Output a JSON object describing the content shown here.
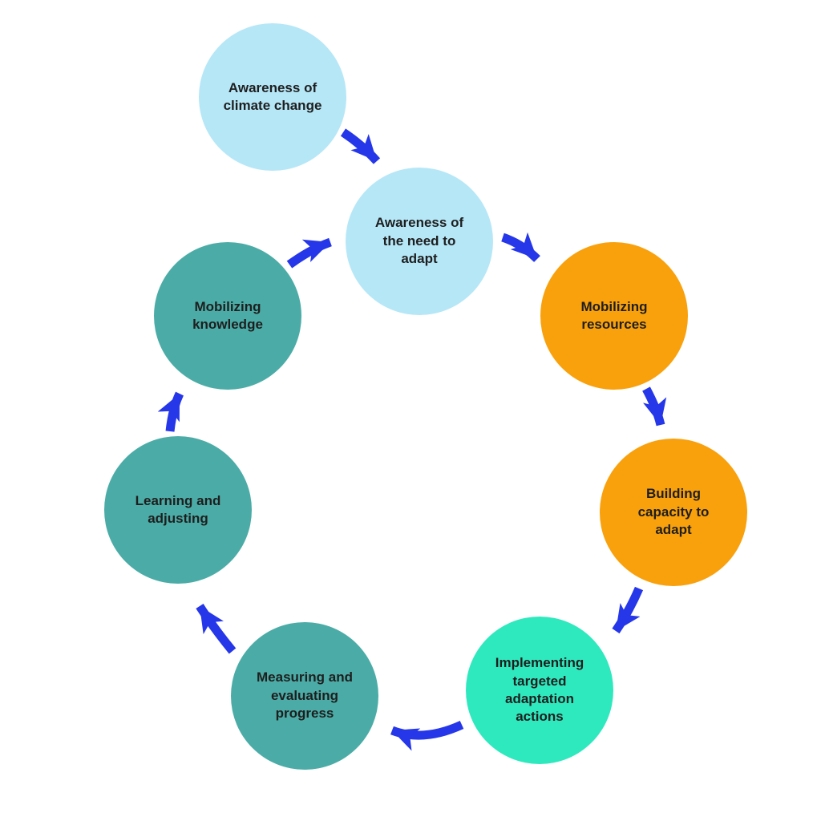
{
  "diagram": {
    "type": "cycle",
    "background": "#ffffff",
    "nodes": [
      {
        "id": "awareness-of-climate-change",
        "label": "Awareness of\nclimate change",
        "color": "#b6e7f7"
      },
      {
        "id": "awareness-of-the-need-to-adapt",
        "label": "Awareness of\nthe need to\nadapt",
        "color": "#b6e7f7"
      },
      {
        "id": "mobilizing-resources",
        "label": "Mobilizing\nresources",
        "color": "#f9a10c"
      },
      {
        "id": "building-capacity-to-adapt",
        "label": "Building\ncapacity to\nadapt",
        "color": "#f9a10c"
      },
      {
        "id": "implementing-targeted-adaptation-actions",
        "label": "Implementing\ntargeted\nadaptation\nactions",
        "color": "#2fe9be"
      },
      {
        "id": "measuring-and-evaluating-progress",
        "label": "Measuring and\nevaluating\nprogress",
        "color": "#4baca7"
      },
      {
        "id": "learning-and-adjusting",
        "label": "Learning and\nadjusting",
        "color": "#4baca7"
      },
      {
        "id": "mobilizing-knowledge",
        "label": "Mobilizing\nknowledge",
        "color": "#4baca7"
      }
    ],
    "connections": [
      {
        "from": "awareness-of-climate-change",
        "to": "awareness-of-the-need-to-adapt"
      },
      {
        "from": "awareness-of-the-need-to-adapt",
        "to": "mobilizing-resources"
      },
      {
        "from": "mobilizing-resources",
        "to": "building-capacity-to-adapt"
      },
      {
        "from": "building-capacity-to-adapt",
        "to": "implementing-targeted-adaptation-actions"
      },
      {
        "from": "implementing-targeted-adaptation-actions",
        "to": "measuring-and-evaluating-progress"
      },
      {
        "from": "measuring-and-evaluating-progress",
        "to": "learning-and-adjusting"
      },
      {
        "from": "learning-and-adjusting",
        "to": "mobilizing-knowledge"
      },
      {
        "from": "mobilizing-knowledge",
        "to": "awareness-of-the-need-to-adapt"
      }
    ],
    "colors": {
      "light_blue": "#b6e7f7",
      "orange": "#f9a10c",
      "mint_green": "#2fe9be",
      "teal": "#4baca7",
      "arrow_blue": "#2537e8",
      "text": "#1e1e1e",
      "background": "#ffffff"
    }
  }
}
